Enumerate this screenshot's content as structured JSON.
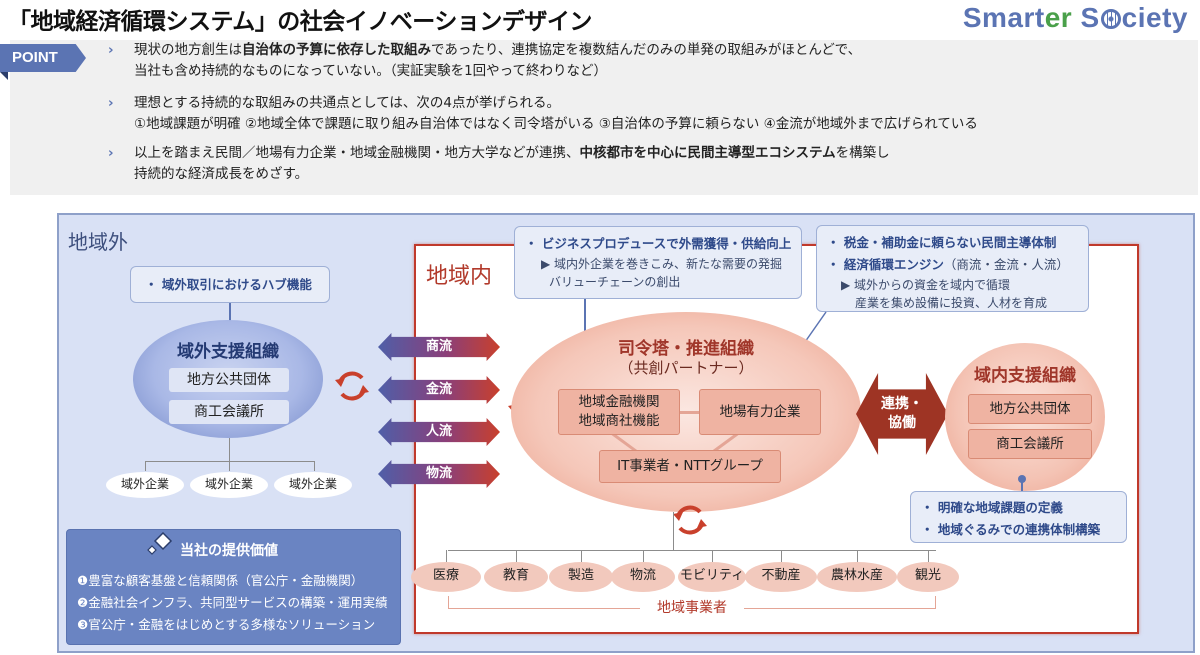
{
  "header": {
    "title": "「地域経済循環システム」の社会イノベーションデザイン",
    "brand_part1": "Smart",
    "brand_part2": "er",
    "brand_part3": " S",
    "brand_part4": "ciety"
  },
  "point": {
    "badge": "POINT",
    "bullets": [
      {
        "line1_pre": "現状の地方創生は",
        "line1_bold": "自治体の予算に依存した取組み",
        "line1_post": "であったり、連携協定を複数結んだのみの単発の取組みがほとんどで、",
        "line2": "当社も含め持続的なものになっていない。（実証実験を1回やって終わりなど）"
      },
      {
        "line1": "理想とする持続的な取組みの共通点としては、次の4点が挙げられる。",
        "line2": "①地域課題が明確 ②地域全体で課題に取り組み自治体ではなく司令塔がいる ③自治体の予算に頼らない ④金流が地域外まで広げられている"
      },
      {
        "line1_pre": "以上を踏まえ民間／地場有力企業・地域金融機関・地方大学などが連携、",
        "line1_bold": "中核都市を中心に民間主導型エコシステム",
        "line1_post": "を構築し",
        "line2": "持続的な経済成長をめざす。"
      }
    ]
  },
  "diagram": {
    "outside_label": "地域外",
    "inside_label": "地域内",
    "outside_callout": "・ 域外取引におけるハブ機能",
    "outside_org": {
      "title": "域外支援組織",
      "boxes": [
        "地方公共団体",
        "商工会議所"
      ],
      "companies": [
        "域外企業",
        "域外企業",
        "域外企業"
      ]
    },
    "flows": [
      "商流",
      "金流",
      "人流",
      "物流"
    ],
    "business_callout": {
      "title_pre": "・ ビジネスプロデュースで",
      "title_bold": "外需獲得・供給向上",
      "sub1": "▶ 域内外企業を巻きこみ、新たな需要の発掘",
      "sub2": "バリューチェーンの創出"
    },
    "engine_callout": {
      "line1": "・ 税金・補助金に頼らない民間主導体制",
      "line2_bold": "・ 経済循環エンジン",
      "line2_normal": "（商流・金流・人流）",
      "sub1": "▶ 域外からの資金を域内で循環",
      "sub2": "産業を集め設備に投資、人材を育成"
    },
    "hq_org": {
      "title": "司令塔・推進組織",
      "subtitle": "（共創パートナー）",
      "box_finance_1": "地域金融機関",
      "box_finance_2": "地域商社機能",
      "box_local": "地場有力企業",
      "box_it": "IT事業者・NTTグループ"
    },
    "collab_1": "連携・",
    "collab_2": "協働",
    "inside_org": {
      "title": "域内支援組織",
      "boxes": [
        "地方公共団体",
        "商工会議所"
      ]
    },
    "inside_callout": {
      "line1": "・ 明確な地域課題の定義",
      "line2": "・ 地域ぐるみでの連携体制構築"
    },
    "local_businesses": [
      "医療",
      "教育",
      "製造",
      "物流",
      "モビリティ",
      "不動産",
      "農林水産",
      "観光"
    ],
    "local_businesses_label": "地域事業者",
    "value_panel": {
      "title": "当社の提供価値",
      "items": [
        "❶豊富な顧客基盤と信頼関係（官公庁・金融機関）",
        "❷金融社会インフラ、共同型サービスの構築・運用実績",
        "❸官公庁・金融をはじめとする多様なソリューション"
      ]
    }
  },
  "colors": {
    "brand_blue": "#5b74b3",
    "brand_green": "#4aa04a",
    "inner_border_red": "#c0392b",
    "outer_bg": "#d9e1f5",
    "collab_arrow": "#9e3424"
  }
}
